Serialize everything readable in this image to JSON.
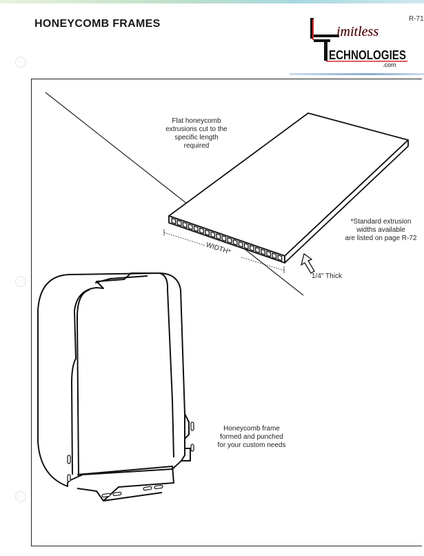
{
  "header": {
    "title": "HONEYCOMB FRAMES",
    "page_number": "R-71",
    "logo": {
      "line1": "imitless",
      "line2": "ECHNOLOGIES",
      "line3": ".com",
      "initials": "LT"
    }
  },
  "illustrations": {
    "flat_caption": [
      "Flat honeycomb",
      "extrusions cut to the",
      "specific length",
      "required"
    ],
    "width_label": "WIDTH*",
    "standard_note": [
      "*Standard extrusion",
      "widths available",
      "are listed on page R-72"
    ],
    "thickness_label": "1/4\" Thick",
    "frame_caption": [
      "Honeycomb frame",
      "formed and punched",
      "for your custom needs"
    ]
  },
  "colors": {
    "logo_red": "#d4262c",
    "logo_black": "#111111"
  }
}
